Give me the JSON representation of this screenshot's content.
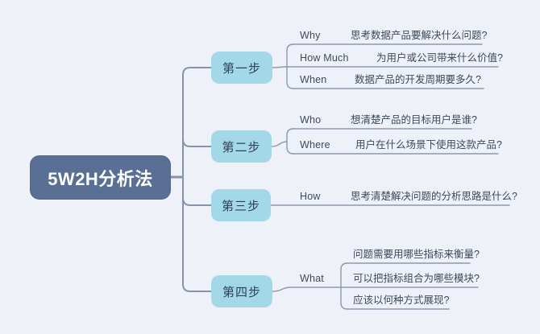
{
  "canvas": {
    "background": "#eef2f8",
    "line_color": "#8794a8"
  },
  "root": {
    "label": "5W2H分析法",
    "fill": "#596f94",
    "text_color": "#ffffff"
  },
  "steps": [
    {
      "label": "第一步",
      "fill": "#a3d8e8"
    },
    {
      "label": "第二步",
      "fill": "#a3d8e8"
    },
    {
      "label": "第三步",
      "fill": "#a3d8e8"
    },
    {
      "label": "第四步",
      "fill": "#a3d8e8"
    }
  ],
  "branches": [
    {
      "step": "第一步",
      "items": [
        {
          "label": "Why",
          "question": "思考数据产品要解决什么问题?"
        },
        {
          "label": "How Much",
          "question": "为用户或公司带来什么价值?"
        },
        {
          "label": "When",
          "question": "数据产品的开发周期要多久?"
        }
      ]
    },
    {
      "step": "第二步",
      "items": [
        {
          "label": "Who",
          "question": "想清楚产品的目标用户是谁?"
        },
        {
          "label": "Where",
          "question": "用户在什么场景下使用这款产品?"
        }
      ]
    },
    {
      "step": "第三步",
      "items": [
        {
          "label": "How",
          "question": "思考清楚解决问题的分析思路是什么?"
        }
      ]
    },
    {
      "step": "第四步",
      "items": [
        {
          "label": "What",
          "questions": [
            "问题需要用哪些指标来衡量?",
            "可以把指标组合为哪些模块?",
            "应该以何种方式展现?"
          ]
        }
      ]
    }
  ]
}
